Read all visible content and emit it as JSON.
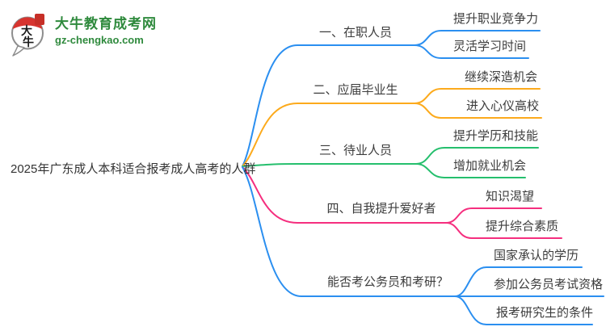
{
  "logo": {
    "site_name": "大牛教育成考网",
    "site_url": "gz-chengkao.com",
    "icon_char_top": "大",
    "icon_char_bottom": "牛",
    "brand_green": "#2f8a3d",
    "seal_red": "#c62f27"
  },
  "root": {
    "label": "2025年广东成人本科适合报考成人高考的人群"
  },
  "branches": [
    {
      "label": "一、在职人员",
      "color": "#2b8ff0",
      "children": [
        "提升职业竞争力",
        "灵活学习时间"
      ]
    },
    {
      "label": "二、应届毕业生",
      "color": "#fcaa1c",
      "children": [
        "继续深造机会",
        "进入心仪高校"
      ]
    },
    {
      "label": "三、待业人员",
      "color": "#25bf6d",
      "children": [
        "提升学历和技能",
        "增加就业机会"
      ]
    },
    {
      "label": "四、自我提升爱好者",
      "color": "#f52e7e",
      "children": [
        "知识渴望",
        "提升综合素质"
      ]
    },
    {
      "label": "能否考公务员和考研？",
      "color": "#2b8ff0",
      "children": [
        "国家承认的学历",
        "参加公务员考试资格",
        "报考研究生的条件"
      ]
    }
  ],
  "text_color": "#3c3c3c"
}
